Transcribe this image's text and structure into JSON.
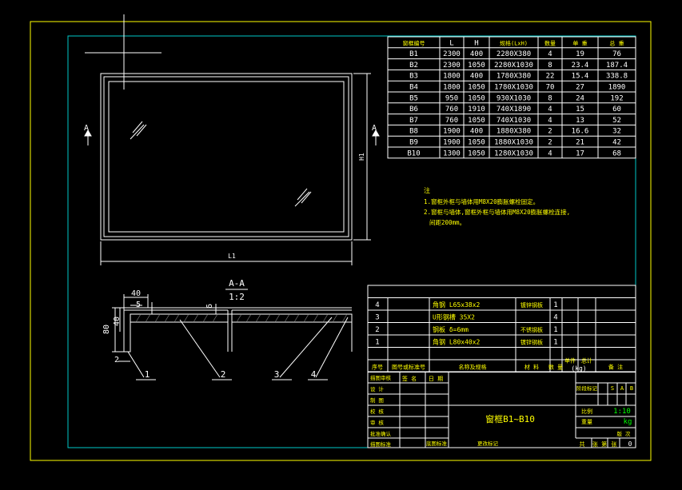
{
  "colors": {
    "background": "#000000",
    "frame": "#ffff00",
    "inner_frame": "#00c8c8",
    "geometry": "#ffffff",
    "dimension": "#00ff00",
    "cjk": "#ffff00",
    "value_text": "#ffffff"
  },
  "drawing_title": "窗框B1~B10",
  "section_label": "A-A",
  "section_scale": "1:2",
  "section_marker": "A",
  "front_dims": {
    "length": "L1",
    "height": "H1"
  },
  "section_dims": {
    "width": "40",
    "inset": "5",
    "height": "80",
    "inner_height": "40",
    "offset": "2",
    "thickness": "6"
  },
  "balloons": [
    "1",
    "2",
    "3",
    "4"
  ],
  "notes": {
    "title": "注",
    "line1": "1.窗框外框与墙体用M8X20膨胀螺栓固定。",
    "line2": "2.窗框与墙体,窗框外框与墙体用M8X20膨胀螺栓连接,",
    "line3": "间距200mm。"
  },
  "spec_table": {
    "headers": [
      "窗框编号",
      "L",
      "H",
      "规格(LxH)",
      "数量",
      "单 重",
      "总 重"
    ],
    "rows": [
      [
        "B1",
        "2300",
        "400",
        "2280X380",
        "4",
        "19",
        "76"
      ],
      [
        "B2",
        "2300",
        "1050",
        "2280X1030",
        "8",
        "23.4",
        "187.4"
      ],
      [
        "B3",
        "1800",
        "400",
        "1780X380",
        "22",
        "15.4",
        "338.8"
      ],
      [
        "B4",
        "1800",
        "1050",
        "1780X1030",
        "70",
        "27",
        "1890"
      ],
      [
        "B5",
        "950",
        "1050",
        "930X1030",
        "8",
        "24",
        "192"
      ],
      [
        "B6",
        "760",
        "1910",
        "740X1890",
        "4",
        "15",
        "60"
      ],
      [
        "B7",
        "760",
        "1050",
        "740X1030",
        "4",
        "13",
        "52"
      ],
      [
        "B8",
        "1900",
        "400",
        "1880X380",
        "2",
        "16.6",
        "32"
      ],
      [
        "B9",
        "1900",
        "1050",
        "1880X1030",
        "2",
        "21",
        "42"
      ],
      [
        "B10",
        "1300",
        "1050",
        "1280X1030",
        "4",
        "17",
        "68"
      ]
    ]
  },
  "bom": {
    "rows": [
      {
        "no": "4",
        "name": "角钢 L65x38x2",
        "material": "镀锌钢板",
        "qty": "1"
      },
      {
        "no": "3",
        "name": "U形钢槽 35X2",
        "material": "",
        "qty": "4"
      },
      {
        "no": "2",
        "name": "钢板 δ=6mm",
        "material": "不锈钢板",
        "qty": "1"
      },
      {
        "no": "1",
        "name": "角钢 L80x40x2",
        "material": "镀锌钢板",
        "qty": "1"
      }
    ],
    "headers": {
      "no": "序号",
      "code": "图号或标准号",
      "name": "名称及规格",
      "material": "材 料",
      "qty": "数 量",
      "unit_w": "单件",
      "total_w": "总计",
      "weight": "重 量",
      "unit": "(kg)",
      "remark": "备 注"
    }
  },
  "title_block": {
    "left_rows": [
      "描图审核",
      "设 计",
      "制 图",
      "校 核",
      "审 核",
      "批准确认",
      "描图标准"
    ],
    "col_heads": [
      "签 名",
      "日 期"
    ],
    "bottom_labels": [
      "底图标准",
      "更改标记"
    ],
    "right_labels": [
      "阶段标记",
      "重量",
      "比例"
    ],
    "stage_marks": [
      "S",
      "A",
      "B"
    ],
    "scale": "1:10",
    "weight_unit": "kg",
    "sheet_prefix": "共",
    "sheet_mid": "张 第",
    "sheet_suffix": "张",
    "version": "版 次",
    "version_no": "0"
  }
}
